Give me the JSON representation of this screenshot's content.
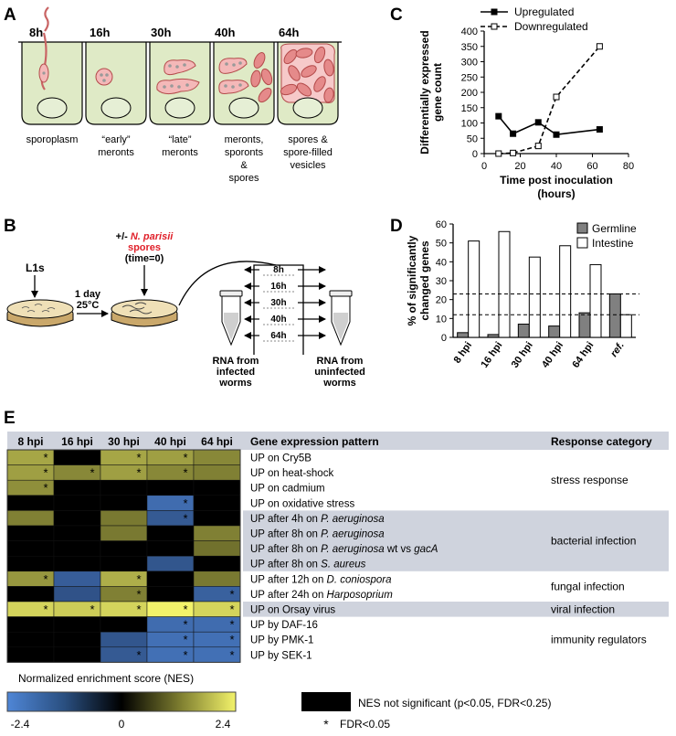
{
  "panels": {
    "a": "A",
    "b": "B",
    "c": "C",
    "d": "D",
    "e": "E"
  },
  "panel_a": {
    "times": [
      "8h",
      "16h",
      "30h",
      "40h",
      "64h"
    ],
    "captions": [
      [
        "sporoplasm"
      ],
      [
        "“early”",
        "meronts"
      ],
      [
        "“late”",
        "meronts"
      ],
      [
        "meronts,",
        "sporonts",
        "&",
        "spores"
      ],
      [
        "spores &",
        "spore-filled",
        "vesicles"
      ]
    ]
  },
  "panel_b": {
    "l1s": "L1s",
    "day": "1 day",
    "temp": "25°C",
    "spores_prefix": "+/- ",
    "spores_species": "N. parisii",
    "spores_word": "spores",
    "time_zero": "(time=0)",
    "timepoints": [
      "8h",
      "16h",
      "30h",
      "40h",
      "64h"
    ],
    "infected": [
      "RNA from",
      "infected",
      "worms"
    ],
    "uninfected": [
      "RNA from",
      "uninfected",
      "worms"
    ]
  },
  "chart_data": [
    {
      "type": "line",
      "panel": "C",
      "ylabel": [
        "Differentially expressed",
        "gene count"
      ],
      "xlabel": [
        "Time post inoculation",
        "(hours)"
      ],
      "xlim": [
        0,
        80
      ],
      "ylim": [
        0,
        400
      ],
      "xticks": [
        0,
        20,
        40,
        60,
        80
      ],
      "yticks": [
        0,
        50,
        100,
        150,
        200,
        250,
        300,
        350,
        400
      ],
      "series": [
        {
          "name": "Upregulated",
          "x": [
            8,
            16,
            30,
            40,
            64
          ],
          "values": [
            122,
            65,
            102,
            62,
            79
          ]
        },
        {
          "name": "Downregulated",
          "x": [
            8,
            16,
            30,
            40,
            64
          ],
          "values": [
            0,
            2,
            25,
            185,
            350
          ]
        }
      ]
    },
    {
      "type": "bar",
      "panel": "D",
      "ylabel": [
        "% of significantly",
        "changed genes"
      ],
      "categories": [
        "8 hpi",
        "16 hpi",
        "30 hpi",
        "40 hpi",
        "64 hpi",
        "ref."
      ],
      "ylim": [
        0,
        60
      ],
      "yticks": [
        0,
        10,
        20,
        30,
        40,
        50,
        60
      ],
      "series": [
        {
          "name": "Germline",
          "values": [
            2.5,
            1.5,
            7,
            6,
            13,
            23
          ]
        },
        {
          "name": "Intestine",
          "values": [
            51,
            56,
            42.5,
            48.5,
            38.5,
            12
          ]
        }
      ],
      "reference_lines": [
        23,
        12
      ]
    },
    {
      "type": "heatmap",
      "panel": "E",
      "columns": [
        "8 hpi",
        "16 hpi",
        "30 hpi",
        "40 hpi",
        "64 hpi"
      ],
      "pattern_header": "Gene expression pattern",
      "category_header": "Response category",
      "rows": [
        {
          "label": [
            "UP on Cry5B"
          ],
          "nes": [
            1.4,
            0,
            1.4,
            1.3,
            1.0
          ],
          "star": [
            1,
            0,
            1,
            1,
            0
          ]
        },
        {
          "label": [
            "UP on heat-shock"
          ],
          "nes": [
            1.3,
            1.0,
            1.3,
            1.0,
            0.9
          ],
          "star": [
            1,
            1,
            1,
            1,
            0
          ]
        },
        {
          "label": [
            "UP on cadmium"
          ],
          "nes": [
            1.1,
            0,
            0,
            0,
            0
          ],
          "star": [
            1,
            0,
            0,
            0,
            0
          ]
        },
        {
          "label": [
            "UP on oxidative stress"
          ],
          "nes": [
            0,
            0,
            0,
            -1.7,
            0
          ],
          "star": [
            0,
            0,
            0,
            1,
            0
          ]
        },
        {
          "label": [
            "UP after 4h on ",
            "P. aeruginosa",
            ""
          ],
          "nes": [
            0.9,
            0,
            0.8,
            -1.2,
            0
          ],
          "star": [
            0,
            0,
            0,
            1,
            0
          ]
        },
        {
          "label": [
            "UP after 8h on ",
            "P. aeruginosa",
            ""
          ],
          "nes": [
            0,
            0,
            0.8,
            0,
            0.9
          ],
          "star": [
            0,
            0,
            0,
            0,
            0
          ]
        },
        {
          "label": [
            "UP after 8h on ",
            "P. aeruginosa",
            " wt vs ",
            "gacA",
            ""
          ],
          "nes": [
            0,
            0,
            0,
            0,
            0.7
          ],
          "star": [
            0,
            0,
            0,
            0,
            0
          ]
        },
        {
          "label": [
            "UP after 8h on ",
            "S. aureus",
            ""
          ],
          "nes": [
            0,
            0,
            0,
            -1.1,
            0
          ],
          "star": [
            0,
            0,
            0,
            0,
            0
          ]
        },
        {
          "label": [
            "UP after 12h on ",
            "D. coniospora",
            ""
          ],
          "nes": [
            1.2,
            -1.3,
            1.5,
            0,
            0.8
          ],
          "star": [
            1,
            0,
            1,
            0,
            0
          ]
        },
        {
          "label": [
            "UP after 24h on ",
            "Harposoprium",
            ""
          ],
          "nes": [
            0,
            -1.0,
            0.9,
            0,
            -1.4
          ],
          "star": [
            0,
            0,
            1,
            0,
            1
          ]
        },
        {
          "label": [
            "UP on Orsay virus"
          ],
          "nes": [
            2.0,
            1.9,
            2.0,
            2.4,
            2.0
          ],
          "star": [
            1,
            1,
            1,
            1,
            1
          ]
        },
        {
          "label": [
            "UP by DAF-16"
          ],
          "nes": [
            0,
            0,
            0,
            -1.7,
            -1.7
          ],
          "star": [
            0,
            0,
            0,
            1,
            1
          ]
        },
        {
          "label": [
            "UP by PMK-1"
          ],
          "nes": [
            0,
            0,
            -1.1,
            -1.8,
            -1.8
          ],
          "star": [
            0,
            0,
            0,
            1,
            1
          ]
        },
        {
          "label": [
            "UP by SEK-1"
          ],
          "nes": [
            0,
            0,
            -1.2,
            -1.8,
            -1.8
          ],
          "star": [
            0,
            0,
            1,
            1,
            1
          ]
        }
      ],
      "categories": [
        {
          "name": "stress response",
          "rows": [
            0,
            3
          ],
          "shaded": false
        },
        {
          "name": "bacterial infection",
          "rows": [
            4,
            7
          ],
          "shaded": true
        },
        {
          "name": "fungal infection",
          "rows": [
            8,
            9
          ],
          "shaded": false
        },
        {
          "name": "viral infection",
          "rows": [
            10,
            10
          ],
          "shaded": true
        },
        {
          "name": "immunity regulators",
          "rows": [
            11,
            13
          ],
          "shaded": false
        }
      ],
      "scale_title": "Normalized enrichment score (NES)",
      "scale_ticks": [
        "-2.4",
        "0",
        "2.4"
      ],
      "scale_range": [
        -2.4,
        2.4
      ],
      "legend_ns": "NES not significant (p<0.05, FDR<0.25)",
      "legend_star_symbol": "*",
      "legend_star": "FDR<0.05"
    }
  ]
}
